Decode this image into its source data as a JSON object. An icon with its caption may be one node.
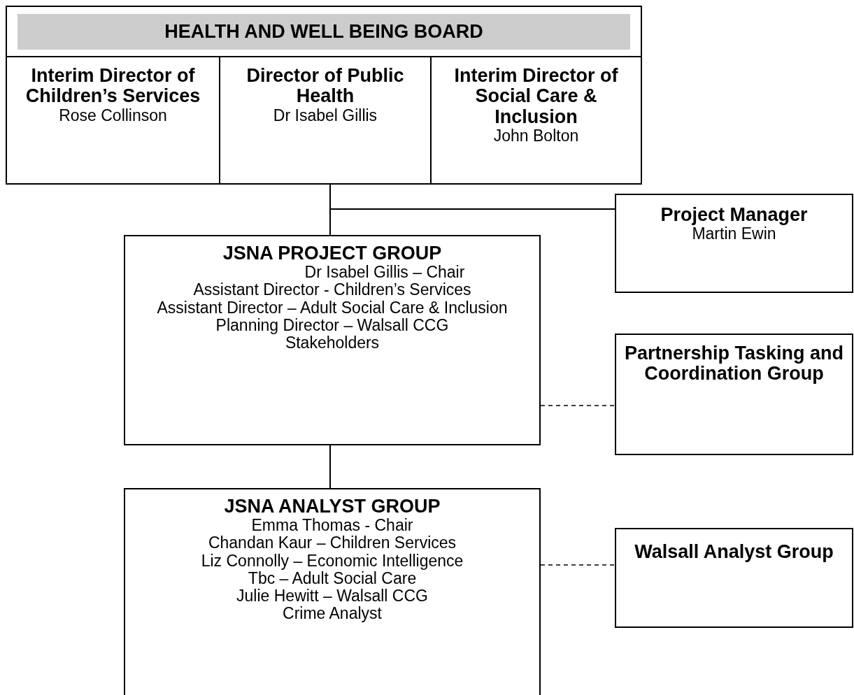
{
  "diagram": {
    "nodes": [
      {
        "text": [
          "HEALTH AND WELL BEING BOARD"
        ]
      },
      {
        "text": [
          "Interim Director of Children’s Services",
          "Rose Collinson"
        ]
      },
      {
        "text": [
          "Director of Public Health",
          "Dr Isabel Gillis"
        ]
      },
      {
        "text": [
          "Interim Director of Social Care & Inclusion",
          "John Bolton"
        ]
      },
      {
        "text": [
          "JSNA PROJECT GROUP",
          "Dr Isabel Gillis – Chair",
          "Assistant Director - Children’s Services",
          "Assistant Director – Adult Social Care & Inclusion",
          "Planning Director – Walsall CCG",
          "Stakeholders"
        ]
      },
      {
        "text": [
          "Project Manager",
          "Martin Ewin"
        ]
      },
      {
        "text": [
          "Partnership Tasking and Coordination Group"
        ]
      },
      {
        "text": [
          "JSNA ANALYST GROUP",
          "Emma Thomas - Chair",
          "Chandan Kaur – Children Services",
          "Liz Connolly – Economic Intelligence",
          "Tbc – Adult Social Care",
          "Julie Hewitt – Walsall CCG",
          "Crime Analyst"
        ]
      },
      {
        "text": [
          "Walsall Analyst Group"
        ]
      }
    ],
    "edges": [
      {
        "from": 2,
        "to": 4,
        "arrow": "none"
      },
      {
        "from": 2,
        "to": 5,
        "arrow": "none"
      },
      {
        "from": 4,
        "to": 6,
        "arrow": "none",
        "style": "dashed"
      },
      {
        "from": 4,
        "to": 7,
        "arrow": "none"
      },
      {
        "from": 7,
        "to": 8,
        "arrow": "none",
        "style": "dashed"
      }
    ]
  }
}
